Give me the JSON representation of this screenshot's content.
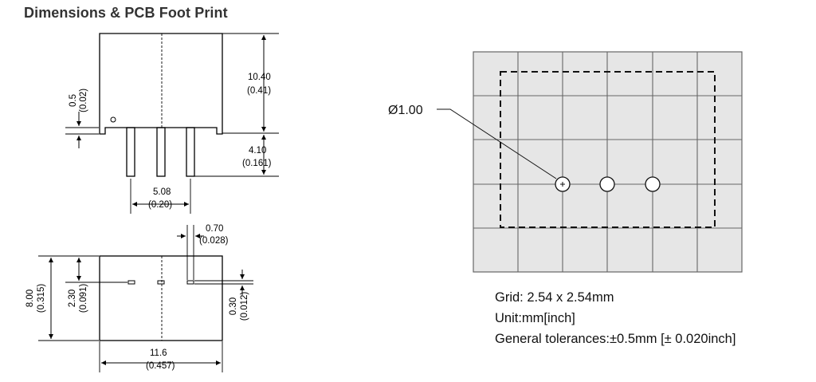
{
  "title": "Dimensions & PCB Foot Print",
  "dims": {
    "body_height": "10.40",
    "body_height_in": "(0.41)",
    "standoff": "0.5",
    "standoff_in": "(0.02)",
    "pin_length": "4.10",
    "pin_length_in": "(0.161)",
    "pitch": "5.08",
    "pitch_in": "(0.20)",
    "pin_width": "0.70",
    "pin_width_in": "(0.028)",
    "depth": "8.00",
    "depth_in": "(0.315)",
    "pin_offset": "2.30",
    "pin_offset_in": "(0.091)",
    "pin_thickness": "0.30",
    "pin_thickness_in": "(0.012)",
    "width": "11.6",
    "width_in": "(0.457)"
  },
  "footprint": {
    "hole_label": "Ø1.00",
    "notes": {
      "grid": "Grid: 2.54 x 2.54mm",
      "unit": "Unit:mm[inch]",
      "tolerance": "General tolerances:±0.5mm [± 0.020inch]"
    }
  }
}
